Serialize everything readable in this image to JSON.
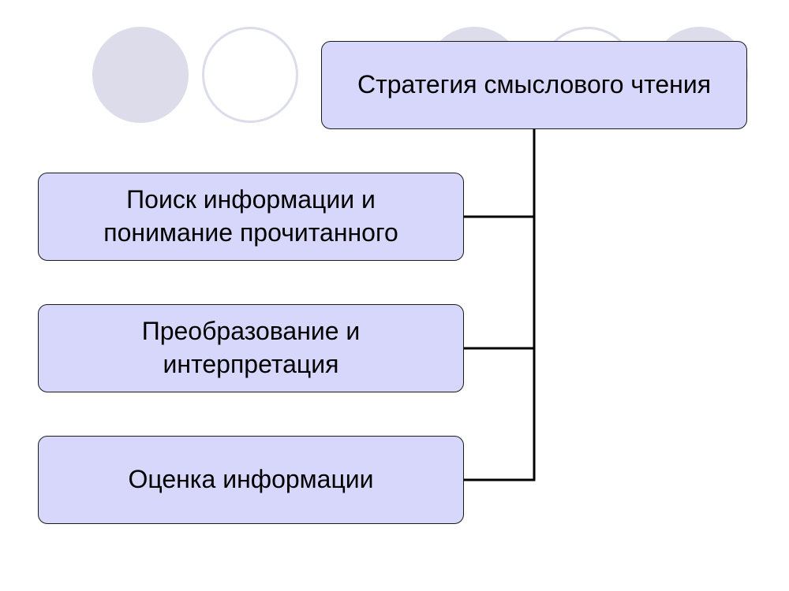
{
  "diagram": {
    "root": {
      "label": "Стратегия смыслового чтения"
    },
    "children": [
      {
        "label": "Поиск информации и\nпонимание прочитанного"
      },
      {
        "label": "Преобразование и\nинтерпретация"
      },
      {
        "label": "Оценка информации"
      }
    ],
    "colors": {
      "node_fill": "#d7d7fb",
      "node_border": "#1a1a1a",
      "connector": "#000000",
      "decor_circle": "#dcdcea"
    }
  }
}
